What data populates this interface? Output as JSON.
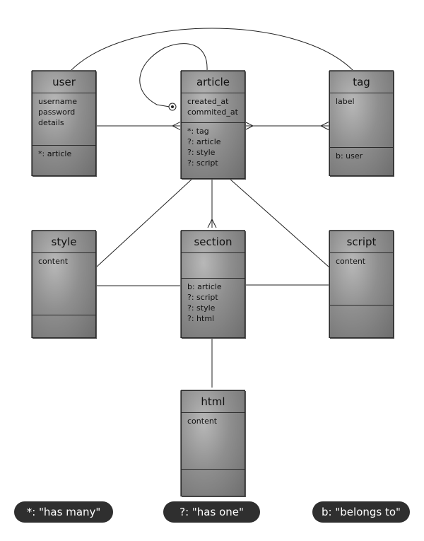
{
  "entities": {
    "user": {
      "title": "user",
      "attributes": [
        "username",
        "password",
        "details"
      ],
      "relations": [
        "*: article"
      ]
    },
    "article": {
      "title": "article",
      "attributes": [
        "created_at",
        "commited_at"
      ],
      "relations": [
        "*: tag",
        "?: article",
        "?: style",
        "?: script"
      ]
    },
    "tag": {
      "title": "tag",
      "attributes": [
        "label"
      ],
      "relations": [
        "b: user"
      ]
    },
    "style": {
      "title": "style",
      "attributes": [
        "content"
      ],
      "relations": []
    },
    "section": {
      "title": "section",
      "attributes": [],
      "relations": [
        "b: article",
        "?: script",
        "?: style",
        "?: html"
      ]
    },
    "script": {
      "title": "script",
      "attributes": [
        "content"
      ],
      "relations": []
    },
    "html": {
      "title": "html",
      "attributes": [
        "content"
      ],
      "relations": []
    }
  },
  "legend": {
    "many": "*: \"has many\"",
    "one": "?: \"has one\"",
    "belongs": "b: \"belongs to\""
  },
  "colors": {
    "box_fill": "#8f8f8f",
    "line": "#222222",
    "legend_bg": "#2f2f2f"
  }
}
